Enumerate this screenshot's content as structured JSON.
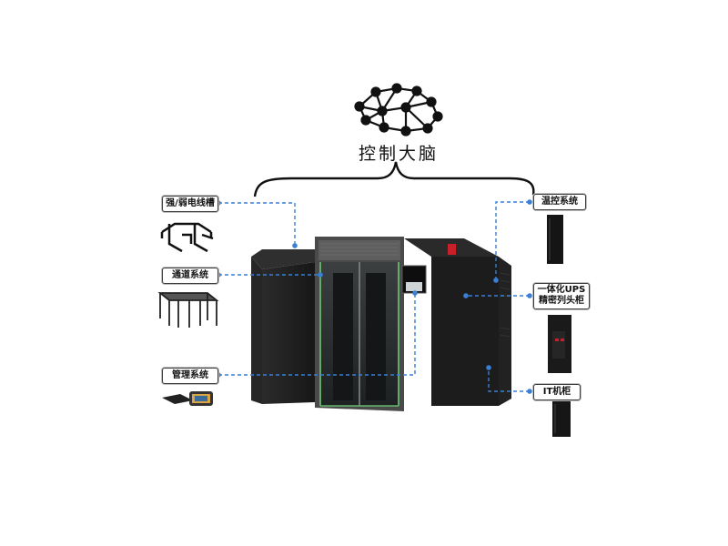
{
  "brain": {
    "title": "控制大脑",
    "icon": "neural-network-icon"
  },
  "labels": {
    "power_trough": "强/弱电线槽",
    "aisle_system": "通道系统",
    "management_system": "管理系统",
    "cooling_system": "温控系统",
    "ups_cabinet_line1": "一体化UPS",
    "ups_cabinet_line2": "精密列头柜",
    "it_cabinet": "IT机柜"
  },
  "colors": {
    "connector": "#3a7fd6",
    "cabinet": "#1e1e1e",
    "door_frame": "#9a9a9a",
    "glass_edge": "#67b86f",
    "indicator": "#c8202a"
  }
}
